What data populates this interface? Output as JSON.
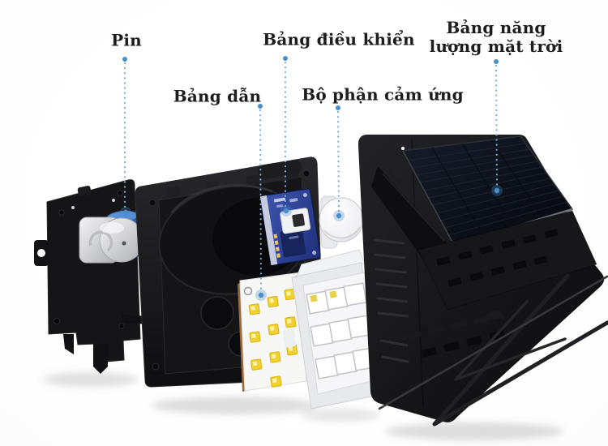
{
  "figure": {
    "background_color": "#fdfdfd",
    "accent_color": "#4a8fc7",
    "leader_line_color": "#74aeda",
    "label_color": "#1d1d1d"
  },
  "labels": [
    {
      "id": "pin",
      "text": "Pin"
    },
    {
      "id": "bang-dan",
      "text": "Bảng dẫn"
    },
    {
      "id": "bang-dieu-khien",
      "text": "Bảng điều khiển"
    },
    {
      "id": "bo-phan-cam-ung",
      "text": "Bộ phận cảm ứng"
    },
    {
      "id": "bang-nang-luong-mat-troi",
      "text": "Bảng năng lượng mặt trời"
    }
  ]
}
